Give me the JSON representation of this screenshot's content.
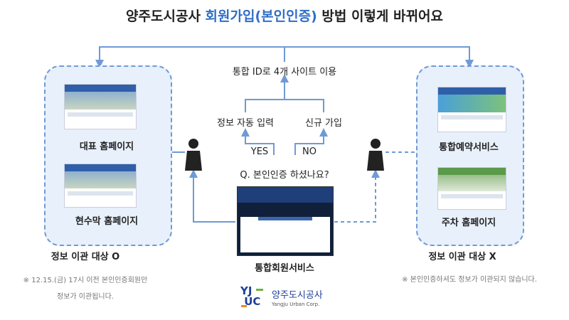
{
  "title": {
    "part1": "양주도시공사 ",
    "highlight": "회원가입(본인인증)",
    "part2": " 방법 이렇게 바뀌어요"
  },
  "flow": {
    "top": "통합 ID로 4개 사이트 이용",
    "auto": "정보 자동 입력",
    "new": "신규 가입",
    "yes": "YES",
    "no": "NO",
    "question": "Q. 본인인증 하셨나요?"
  },
  "left": {
    "site1": "대표 홈페이지",
    "site2": "현수막 홈페이지",
    "caption": "정보 이관 대상 O",
    "note1": "※ 12.15.(금) 17시 이전 본인인증회원만",
    "note2": "정보가 이관됩니다."
  },
  "center": {
    "caption": "통합회원서비스"
  },
  "right": {
    "site1": "통합예약서비스",
    "site2": "주차 홈페이지",
    "caption": "정보 이관 대상 X",
    "note": "※ 본인인증하셔도 정보가 이관되지 않습니다."
  },
  "logo": {
    "mark": "YJUC",
    "name": "양주도시공사",
    "sub": "YangJu Urban Corp."
  },
  "colors": {
    "accent": "#2f6fc8",
    "line": "#6f9ad6"
  }
}
